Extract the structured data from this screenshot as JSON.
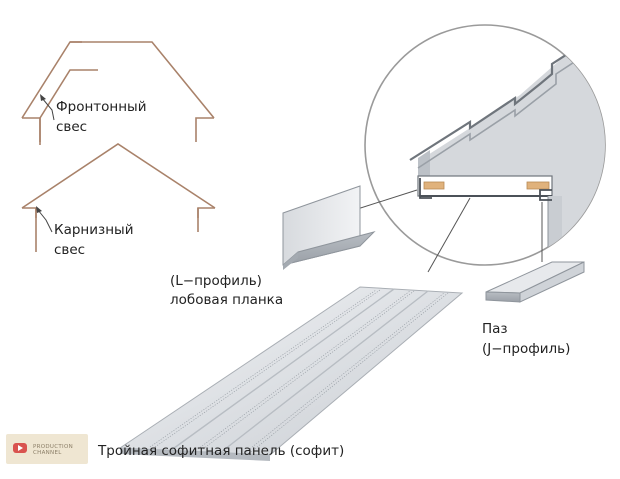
{
  "labels": {
    "gable_overhang_line1": "Фронтонный",
    "gable_overhang_line2": "свес",
    "eaves_overhang_line1": "Карнизный",
    "eaves_overhang_line2": "свес",
    "l_profile_line1": "(L−профиль)",
    "l_profile_line2": "лобовая планка",
    "groove_line1": "Паз",
    "groove_line2": "(J−профиль)",
    "soffit_panel": "Тройная софитная панель (софит)"
  },
  "watermark": {
    "line1": "PRODUCTION",
    "line2": "CHANNEL"
  },
  "colors": {
    "roof_outline": "#a9826a",
    "metal_light": "#e4e6e9",
    "metal_mid": "#c4c8cd",
    "metal_dark": "#8f959c",
    "wood": "#e0b27c",
    "leader": "#555555"
  }
}
